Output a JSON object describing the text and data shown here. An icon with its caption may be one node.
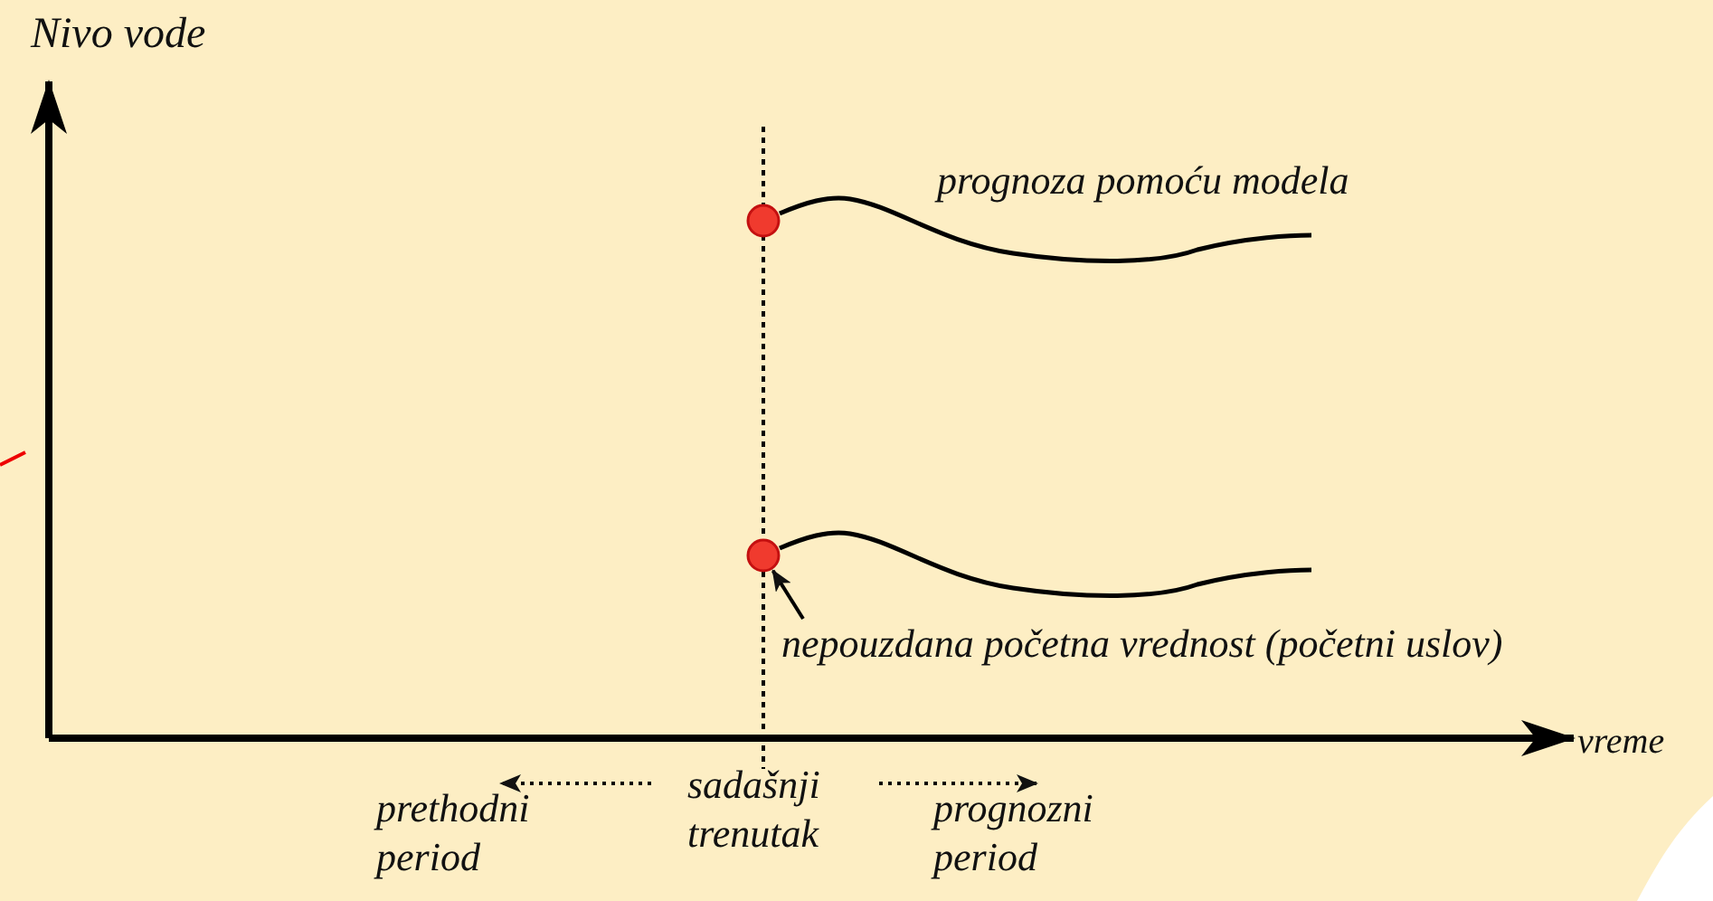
{
  "diagram": {
    "nodes": [
      {
        "text": [
          "sadašnji trenutak"
        ]
      },
      {
        "text": [
          "prethodni period"
        ]
      },
      {
        "text": [
          "prognozni period"
        ]
      },
      {
        "text": [],
        "shape": "circle"
      },
      {
        "text": [],
        "shape": "circle"
      },
      {
        "text": [
          "nepouzdana početna vrednost (početni uslov)"
        ]
      }
    ],
    "edges": [
      {
        "from": 0,
        "to": 1,
        "arrow": "to",
        "style": "dashed"
      },
      {
        "from": 0,
        "to": 2,
        "arrow": "to",
        "style": "dashed"
      },
      {
        "from": 5,
        "to": 4,
        "arrow": "to"
      }
    ],
    "labels": [
      "Nivo vode",
      "prognoza pomoću modela",
      "vreme"
    ]
  }
}
